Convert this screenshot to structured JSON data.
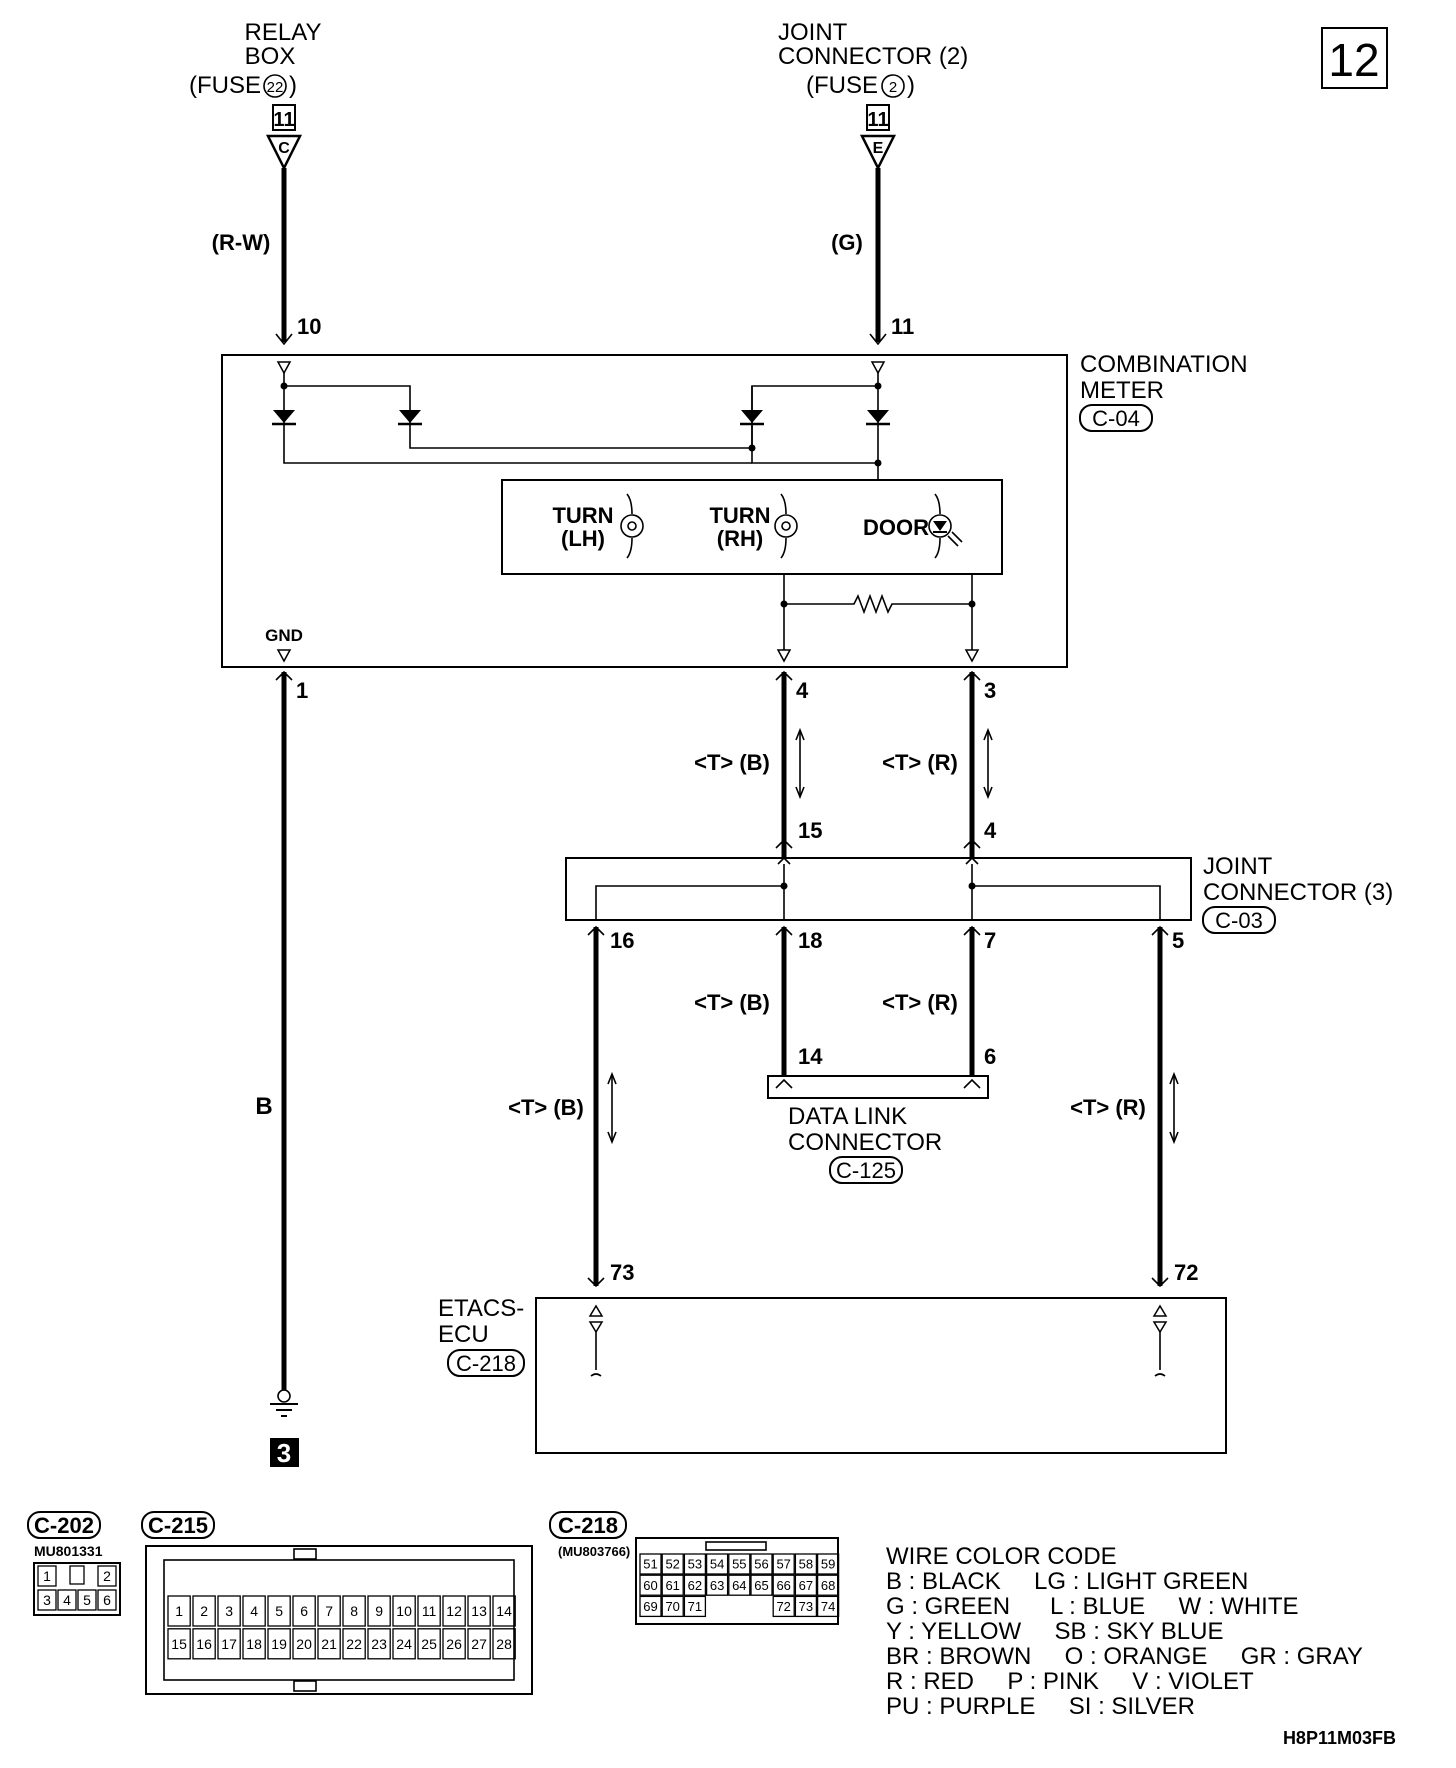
{
  "page_number": "12",
  "source_relay": {
    "line1": "RELAY",
    "line2": "BOX",
    "fuse_prefix": "(FUSE",
    "fuse_no": "22",
    "fuse_suffix": ")",
    "ref": "11",
    "letter": "C"
  },
  "source_joint": {
    "line1": "JOINT",
    "line2": "CONNECTOR (2)",
    "fuse_prefix": "(FUSE",
    "fuse_no": "2",
    "fuse_suffix": ")",
    "ref": "11",
    "letter": "E"
  },
  "wires": {
    "rw": "(R-W)",
    "g": "(G)",
    "b": "B",
    "tb": "<T> (B)",
    "tr": "<T> (R)"
  },
  "pins": {
    "cm10": "10",
    "cm11": "11",
    "cm1": "1",
    "cm4": "4",
    "cm3": "3",
    "jc15": "15",
    "jc4": "4",
    "jc16": "16",
    "jc18": "18",
    "jc7": "7",
    "jc5": "5",
    "dlc14": "14",
    "dlc6": "6",
    "ecu73": "73",
    "ecu72": "72"
  },
  "combination_meter": {
    "line1": "COMBINATION",
    "line2": "METER",
    "conn": "C-04",
    "gnd": "GND",
    "lamps": [
      {
        "l1": "TURN",
        "l2": "(LH)"
      },
      {
        "l1": "TURN",
        "l2": "(RH)"
      },
      {
        "l1": "DOOR",
        "l2": ""
      }
    ]
  },
  "joint3": {
    "line1": "JOINT",
    "line2": "CONNECTOR (3)",
    "conn": "C-03"
  },
  "dlc": {
    "line1": "DATA LINK",
    "line2": "CONNECTOR",
    "conn": "C-125"
  },
  "ecu": {
    "line1": "ETACS-",
    "line2": "ECU",
    "conn": "C-218"
  },
  "ground_ref": "3",
  "connectors": {
    "c202": {
      "name": "C-202",
      "part": "MU801331",
      "rows": [
        [
          "1",
          "",
          "2"
        ],
        [
          "3",
          "4",
          "5",
          "6"
        ]
      ]
    },
    "c215": {
      "name": "C-215",
      "rows": [
        [
          "1",
          "2",
          "3",
          "4",
          "5",
          "6",
          "7",
          "8",
          "9",
          "10",
          "11",
          "12",
          "13",
          "14"
        ],
        [
          "15",
          "16",
          "17",
          "18",
          "19",
          "20",
          "21",
          "22",
          "23",
          "24",
          "25",
          "26",
          "27",
          "28"
        ]
      ]
    },
    "c218": {
      "name": "C-218",
      "part": "(MU803766)",
      "rows": [
        [
          "51",
          "52",
          "53",
          "54",
          "55",
          "56",
          "57",
          "58",
          "59"
        ],
        [
          "60",
          "61",
          "62",
          "63",
          "64",
          "65",
          "66",
          "67",
          "68"
        ],
        [
          "69",
          "70",
          "71",
          "",
          "",
          "",
          "72",
          "73",
          "74"
        ]
      ]
    }
  },
  "wire_color_code": {
    "title": "WIRE COLOR CODE",
    "lines": [
      "B : BLACK     LG : LIGHT GREEN",
      "G : GREEN      L : BLUE     W : WHITE",
      "Y : YELLOW     SB : SKY BLUE",
      "BR : BROWN     O : ORANGE     GR : GRAY",
      "R : RED     P : PINK     V : VIOLET",
      "PU : PURPLE     SI : SILVER"
    ]
  },
  "doc_code": "H8P11M03FB"
}
